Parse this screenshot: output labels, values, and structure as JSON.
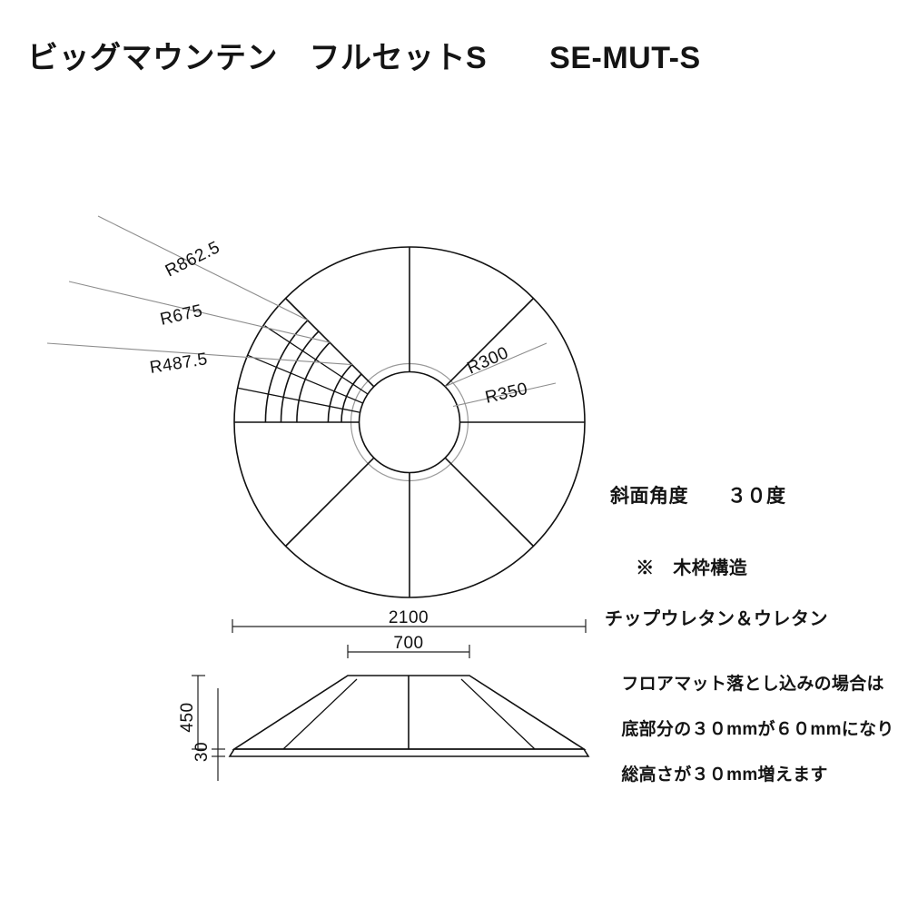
{
  "title": {
    "product_name": "ビッグマウンテン　フルセットS",
    "model_code": "SE-MUT-S",
    "full": "ビッグマウンテン　フルセットS　　SE-MUT-S"
  },
  "plan_view": {
    "radius_labels": [
      {
        "id": "r862_5",
        "text": "R862.5",
        "value": 862.5
      },
      {
        "id": "r675",
        "text": "R675",
        "value": 675
      },
      {
        "id": "r487_5",
        "text": "R487.5",
        "value": 487.5
      },
      {
        "id": "r300",
        "text": "R300",
        "value": 300
      },
      {
        "id": "r350",
        "text": "R350",
        "value": 350
      }
    ],
    "outer_diameter": 2100,
    "segment_count": 8
  },
  "dimensions": {
    "overall_width": "2100",
    "top_width": "700",
    "overall_height": "450",
    "base_thickness": "30"
  },
  "notes": {
    "slope_angle": "斜面角度　　３０度",
    "construction_mark": "※　木枠構造",
    "construction_material": "チップウレタン＆ウレタン",
    "floormat_note_line1": "フロアマット落とし込みの場合は",
    "floormat_note_line2": "底部分の３０mmが６０mmになり",
    "floormat_note_line3": "総高さが３０mm増えます"
  },
  "colors": {
    "line": "#111111",
    "leader": "#8d8d8d",
    "guide": "#9a9a9a",
    "background": "#ffffff",
    "text": "#141414"
  }
}
